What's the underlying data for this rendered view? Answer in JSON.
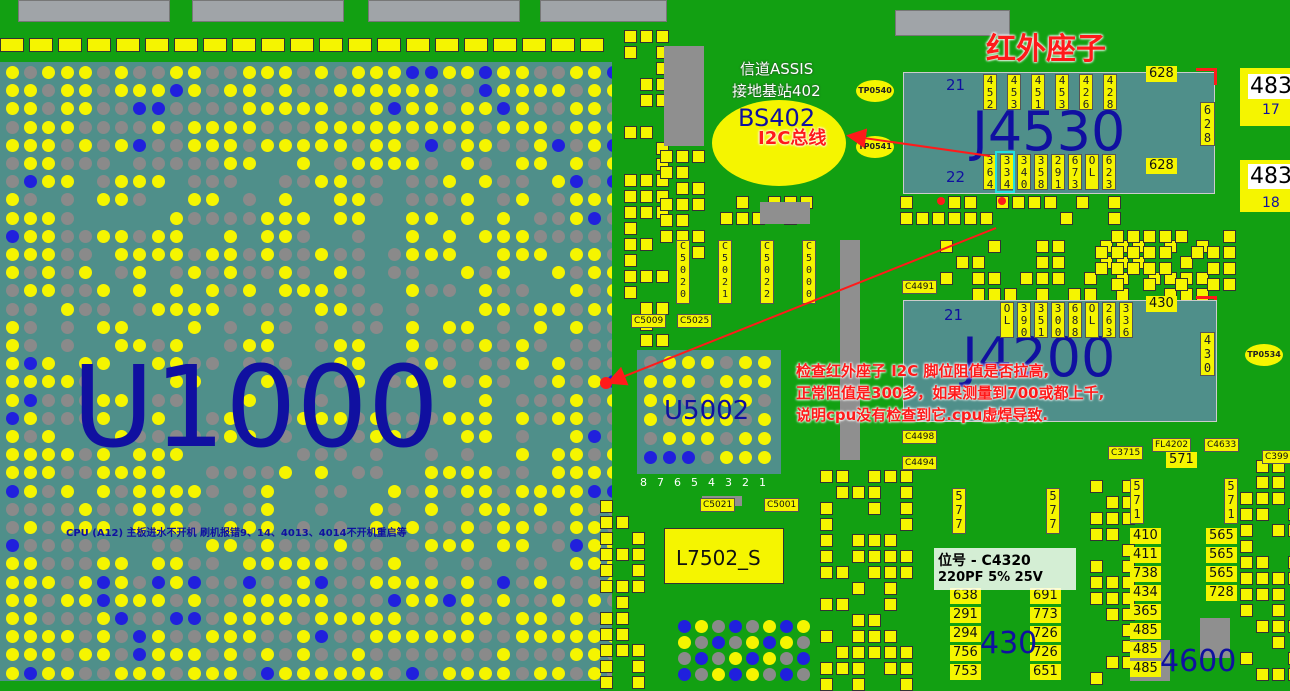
{
  "title_red": "红外座子",
  "connector_j4530": {
    "name": "J4530",
    "pin_21": "21",
    "pin_22": "22",
    "label_628_top": "628",
    "label_628_bottom": "628",
    "label_628_vertical": "628",
    "top_pins": [
      "452",
      "453",
      "451",
      "453",
      "426",
      "428"
    ],
    "bottom_pins": [
      "364",
      "334",
      "340",
      "358",
      "291",
      "673",
      "OL",
      "623"
    ]
  },
  "connector_j4200": {
    "name": "J4200",
    "pin_21": "21",
    "label_430_top": "430",
    "label_430_vertical": "430",
    "pins": [
      "OL",
      "390",
      "351",
      "300",
      "688",
      "OL",
      "263",
      "336"
    ]
  },
  "bs402": {
    "line1": "信道ASSIS",
    "line2": "接地基站402",
    "name": "BS402"
  },
  "annotations": {
    "i2c_bus": "I2C总线",
    "check_line1": "检查红外座子  I2C  脚位阻值是否拉高,",
    "check_line2": "正常阻值是300多，如果测量到700或都上千,",
    "check_line3": "说明cpu没有检查到它.cpu虚焊导致."
  },
  "u1000": {
    "name": "U1000",
    "note": "CPU (A12) 主板进水不开机 刷机报错9、14、4013、4014不开机重启等"
  },
  "u5002": "U5002",
  "l7502": "L7502_S",
  "test_points": [
    "TP0540",
    "TP0541",
    "TP0534"
  ],
  "cap_labels": [
    "C5009",
    "C5025",
    "C4491",
    "C4498",
    "C4494",
    "C5021",
    "C5001",
    "C3715",
    "FL4202",
    "C4633",
    "C399"
  ],
  "vertical_caps": [
    "C5020",
    "C5021",
    "C5022",
    "C5000"
  ],
  "tooltip": {
    "line1": "位号  - C4320",
    "line2": "220PF 5% 25V"
  },
  "right_values": {
    "top1": "483",
    "top1_sub": "17",
    "top2": "483",
    "top2_sub": "18"
  },
  "bottom_left_col": [
    "638",
    "291",
    "294",
    "756",
    "753"
  ],
  "bottom_mid_col": [
    "691",
    "773",
    "726",
    "726",
    "651"
  ],
  "bottom_right_a": [
    "410",
    "411",
    "738",
    "434",
    "365",
    "485",
    "485",
    "485"
  ],
  "bottom_right_b": [
    "565",
    "565",
    "565",
    "728"
  ],
  "label_430_big": "430",
  "label_4600": "4600",
  "label_571": "571",
  "label_577a": "577",
  "label_577b": "577",
  "label_571b": "571",
  "label_571c": "571",
  "u5002_pin_row": [
    "8",
    "7",
    "6",
    "5",
    "4",
    "3",
    "2",
    "1"
  ],
  "colors": {
    "board": "#12a012",
    "pad_yellow": "#f5f500",
    "pad_gray": "#8a8a8a",
    "pad_blue": "#2020dd",
    "chip_text": "#1010a0",
    "annotation_red": "#ff1a1a"
  }
}
